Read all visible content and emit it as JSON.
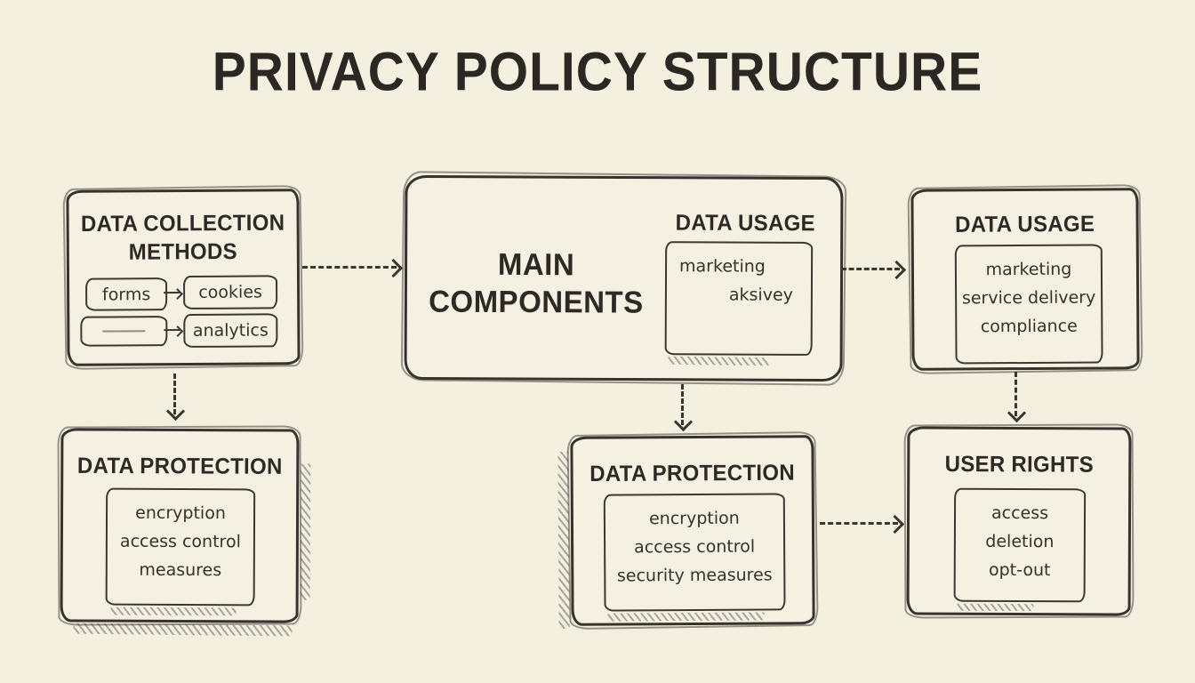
{
  "title": "PRIVACY POLICY STRUCTURE",
  "colors": {
    "background": "#f4f0e0",
    "ink": "#32302b"
  },
  "nodes": {
    "collection": {
      "heading1": "DATA COLLECTION",
      "heading2": "METHODS",
      "row1_left": "forms",
      "row1_right": "cookies",
      "row2_right": "analytics"
    },
    "main": {
      "heading1": "MAIN",
      "heading2": "COMPONENTS",
      "sub_heading": "DATA USAGE",
      "sub_lines": [
        "marketing",
        "aksivey"
      ]
    },
    "usage": {
      "heading": "DATA USAGE",
      "items": [
        "marketing",
        "service delivery",
        "compliance"
      ]
    },
    "protection_left": {
      "heading": "DATA PROTECTION",
      "items": [
        "encryption",
        "access control",
        "measures"
      ]
    },
    "protection_center": {
      "heading": "DATA PROTECTION",
      "items": [
        "encryption",
        "access control",
        "security measures"
      ]
    },
    "user_rights": {
      "heading": "USER RIGHTS",
      "items": [
        "access",
        "deletion",
        "opt-out"
      ]
    }
  }
}
